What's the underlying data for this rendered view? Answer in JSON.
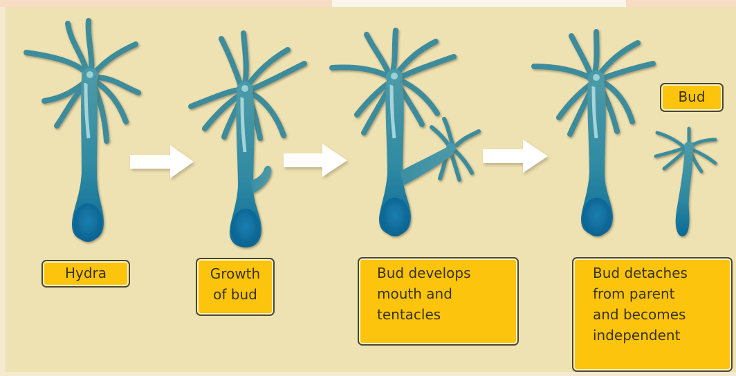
{
  "colors": {
    "background": "#efe2b2",
    "label_fill": "#fcc40c",
    "hydra_body": "#35879a",
    "hydra_base": "#0f6c98",
    "hydra_highlight": "#bfe3e6",
    "arrow": "#ffffff"
  },
  "stages": [
    {
      "label": "Hydra"
    },
    {
      "label": "Growth\nof bud"
    },
    {
      "label": "Bud develops\nmouth and\ntentacles"
    },
    {
      "label": "Bud detaches\nfrom parent\nand becomes\nindependent"
    }
  ],
  "bud_label": "Bud",
  "arrows": [
    "stage-1-to-2",
    "stage-2-to-3",
    "stage-3-to-4"
  ]
}
